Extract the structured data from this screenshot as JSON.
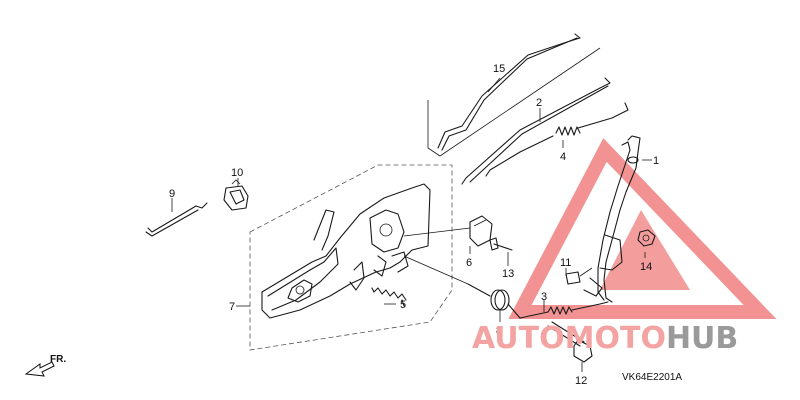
{
  "diagram": {
    "part_code": "VK64E2201A",
    "front_label": "FR.",
    "watermark": {
      "prefix": "AUTOMOTO",
      "suffix": "HUB",
      "prefix_color": "#f4a3a3",
      "suffix_color": "#9a9a9a",
      "triangle_color": "#f08080"
    },
    "callouts": [
      "1",
      "2",
      "3",
      "4",
      "5",
      "6",
      "7",
      "8",
      "9",
      "10",
      "11",
      "12",
      "13",
      "14",
      "15"
    ]
  }
}
